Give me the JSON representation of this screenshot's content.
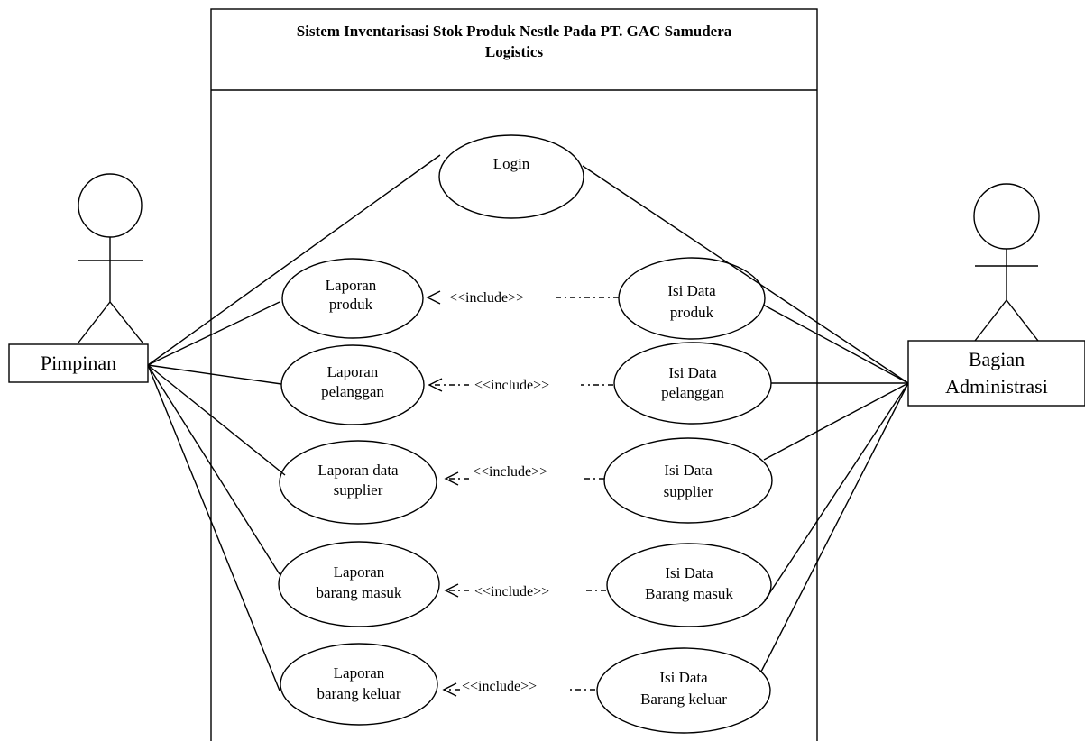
{
  "system": {
    "title_line1": "Sistem Inventarisasi Stok Produk Nestle Pada PT. GAC Samudera",
    "title_line2": "Logistics"
  },
  "actors": {
    "left": {
      "name": "Pimpinan"
    },
    "right": {
      "line1": "Bagian",
      "line2": "Administrasi"
    }
  },
  "use_cases": {
    "login": "Login",
    "laporan_produk": [
      "Laporan",
      "produk"
    ],
    "laporan_pelanggan": [
      "Laporan",
      "pelanggan"
    ],
    "laporan_supplier": [
      "Laporan data",
      "supplier"
    ],
    "laporan_barang_masuk": [
      "Laporan",
      "barang masuk"
    ],
    "laporan_barang_keluar": [
      "Laporan",
      "barang keluar"
    ],
    "isi_produk": [
      "Isi Data",
      "produk"
    ],
    "isi_pelanggan": [
      "Isi Data",
      "pelanggan"
    ],
    "isi_supplier": [
      "Isi Data",
      "supplier"
    ],
    "isi_barang_masuk": [
      "Isi Data",
      "Barang masuk"
    ],
    "isi_barang_keluar": [
      "Isi Data",
      "Barang keluar"
    ]
  },
  "relation_label": "<<include>>"
}
